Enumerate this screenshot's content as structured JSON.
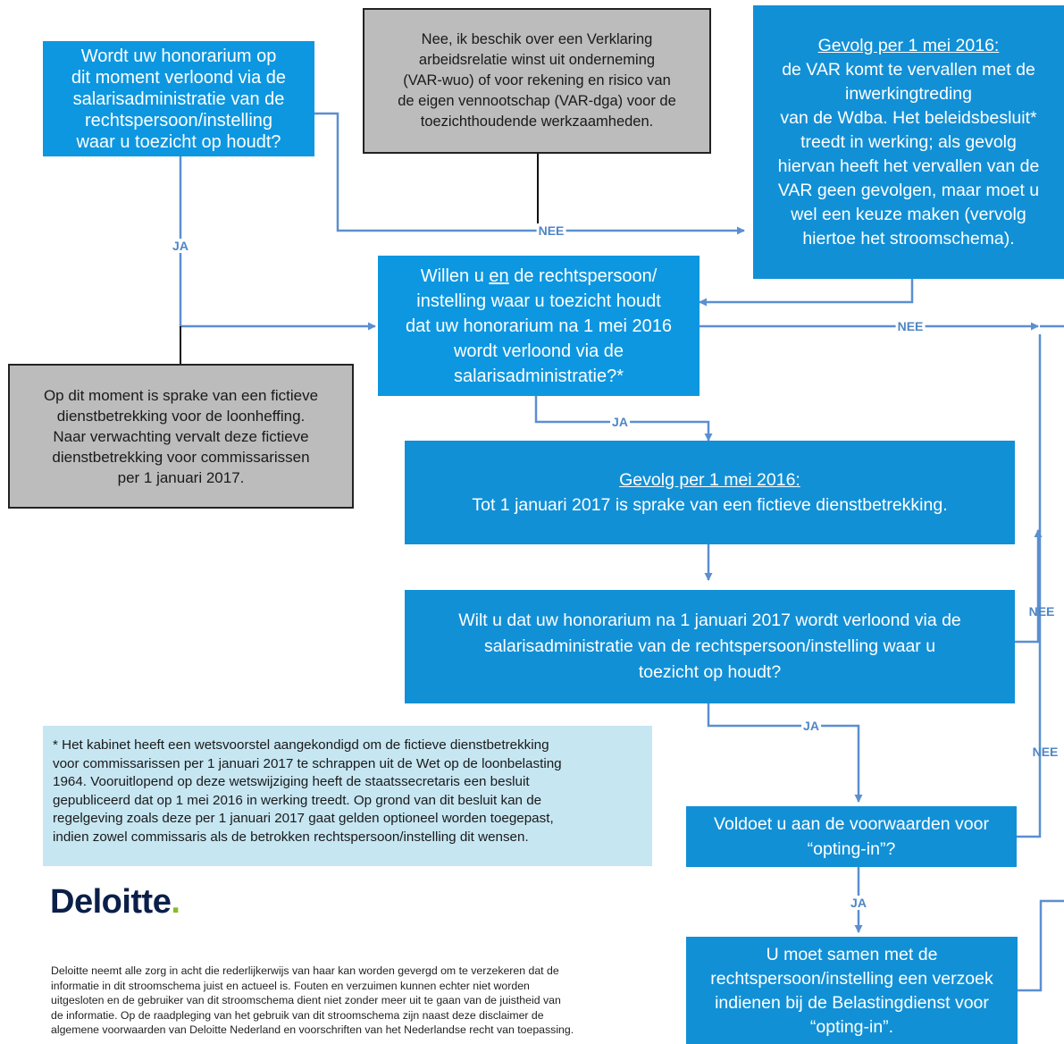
{
  "nodes": {
    "q1": {
      "lines": [
        "Wordt uw honorarium op",
        "dit moment verloond via de",
        "salarisadministratie van de",
        "rechtspersoon/instelling",
        "waar u toezicht op houdt?"
      ]
    },
    "var_note": {
      "lines": [
        "Nee, ik beschik over een Verklaring",
        "arbeidsrelatie winst uit onderneming",
        "(VAR-wuo) of voor rekening en risico van",
        "de eigen vennootschap (VAR-dga) voor de",
        "toezichthoudende werkzaamheden."
      ]
    },
    "gevolg_var": {
      "heading": "Gevolg per 1 mei 2016:",
      "lines": [
        "de VAR komt te vervallen met de",
        "inwerkingtreding",
        "van de Wdba. Het beleidsbesluit*",
        "treedt in werking; als gevolg",
        "hiervan heeft het vervallen van de",
        "VAR geen gevolgen, maar moet u",
        "wel een keuze maken (vervolg",
        "hiertoe het stroomschema)."
      ]
    },
    "q2": {
      "line1_pre": "Willen u ",
      "line1_underlined": "en",
      "line1_post": " de rechtspersoon/",
      "lines": [
        "instelling waar u toezicht houdt",
        "dat uw honorarium na 1 mei 2016",
        "wordt verloond via de",
        "salarisadministratie?*"
      ]
    },
    "fictief_note": {
      "lines": [
        "Op dit moment is sprake van een fictieve",
        "dienstbetrekking voor de loonheffing.",
        "Naar verwachting vervalt deze fictieve",
        "dienstbetrekking voor commissarissen",
        "per 1 januari 2017."
      ]
    },
    "gevolg_fictief": {
      "heading": "Gevolg per 1 mei 2016:",
      "text": "Tot 1 januari 2017 is sprake van een fictieve dienstbetrekking."
    },
    "q3": {
      "lines": [
        "Wilt u dat uw honorarium na 1 januari 2017 wordt verloond via de",
        "salarisadministratie van de rechtspersoon/instelling waar u",
        "toezicht op houdt?"
      ]
    },
    "q4": {
      "lines": [
        "Voldoet u aan de voorwaarden voor",
        "“opting-in”?"
      ]
    },
    "action": {
      "lines": [
        "U moet samen met de",
        "rechtspersoon/instelling een verzoek",
        "indienen bij de Belastingdienst voor",
        "“opting-in”."
      ]
    }
  },
  "edge_labels": {
    "nee_top": "NEE",
    "ja_left": "JA",
    "nee_q2": "NEE",
    "ja_q2": "JA",
    "nee_right_upper": "NEE",
    "ja_q3": "JA",
    "nee_right_lower": "NEE",
    "ja_q4": "JA"
  },
  "footnote": {
    "lines": [
      "* Het kabinet heeft een wetsvoorstel aangekondigd om de fictieve dienstbetrekking",
      "voor commissarissen per 1 januari 2017 te schrappen uit de Wet op de loonbelasting",
      "1964. Vooruitlopend op deze wetswijziging heeft de staatssecretaris een besluit",
      "gepubliceerd dat op 1 mei 2016 in werking treedt. Op grond van dit besluit kan de",
      "regelgeving zoals deze per 1 januari 2017 gaat gelden optioneel worden toegepast,",
      "indien zowel commissaris als de betrokken rechtspersoon/instelling dit wensen."
    ]
  },
  "logo": {
    "text": "Deloitte",
    "dot": "."
  },
  "disclaimer": {
    "lines": [
      "Deloitte neemt alle zorg in acht die rederlijkerwijs van haar kan worden gevergd om te verzekeren dat de",
      "informatie in dit stroomschema juist en actueel is. Fouten en verzuimen kunnen echter niet worden",
      "uitgesloten en de gebruiker van dit stroomschema dient niet zonder meer uit te gaan van de juistheid van",
      "de informatie. Op de raadpleging van het gebruik van dit stroomschema zijn naast deze disclaimer de",
      "algemene voorwaarden van Deloitte Nederland en voorschriften van het Nederlandse recht van toepassing."
    ]
  },
  "colors": {
    "box_blue": "#0d97e0",
    "box_gray": "#bcbcbc",
    "connector": "#5b8fd0",
    "label": "#4f86c6",
    "note_bg": "#c6e6f2",
    "logo_navy": "#0b1f49",
    "logo_green": "#86bc25"
  }
}
